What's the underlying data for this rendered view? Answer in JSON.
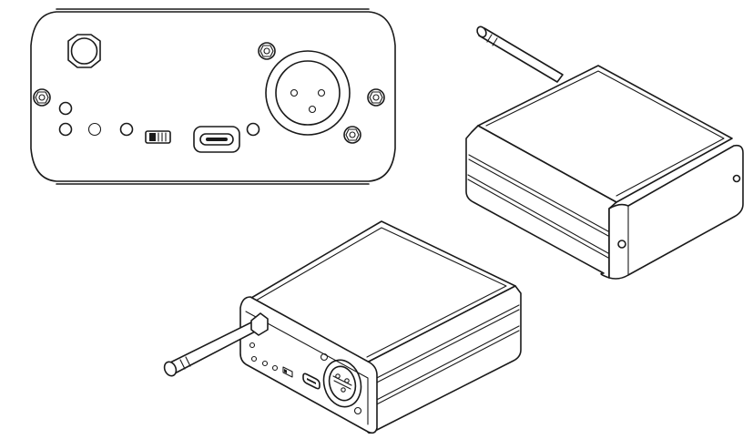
{
  "figure": {
    "views": [
      {
        "id": "front-panel-view",
        "kind": "orthographic front panel"
      },
      {
        "id": "rear-isometric-view",
        "kind": "isometric rear"
      },
      {
        "id": "front-isometric-view",
        "kind": "isometric front"
      }
    ],
    "panel_features": [
      "antenna-connector-icon",
      "mounting-screw-icon",
      "indicator-led-icon",
      "slide-switch-icon",
      "usb-c-port-icon",
      "xlr-connector-icon"
    ]
  }
}
